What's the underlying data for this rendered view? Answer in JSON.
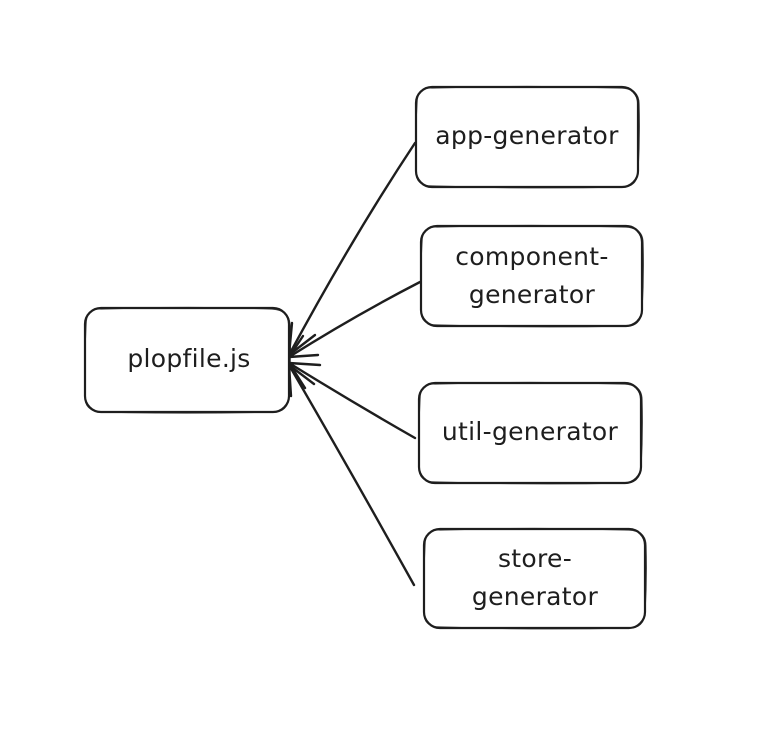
{
  "diagram": {
    "source_node": {
      "id": "plopfile",
      "label": "plopfile.js"
    },
    "target_nodes": [
      {
        "id": "app-generator",
        "lines": [
          "app-generator"
        ]
      },
      {
        "id": "component-generator",
        "lines": [
          "component-",
          "generator"
        ]
      },
      {
        "id": "util-generator",
        "lines": [
          "util-generator"
        ]
      },
      {
        "id": "store-generator",
        "lines": [
          "store-",
          "generator"
        ]
      }
    ],
    "edges": [
      {
        "from": "app-generator",
        "to": "plopfile"
      },
      {
        "from": "component-generator",
        "to": "plopfile"
      },
      {
        "from": "util-generator",
        "to": "plopfile"
      },
      {
        "from": "store-generator",
        "to": "plopfile"
      }
    ],
    "colors": {
      "stroke": "#1e1e1e",
      "background": "#ffffff"
    }
  }
}
